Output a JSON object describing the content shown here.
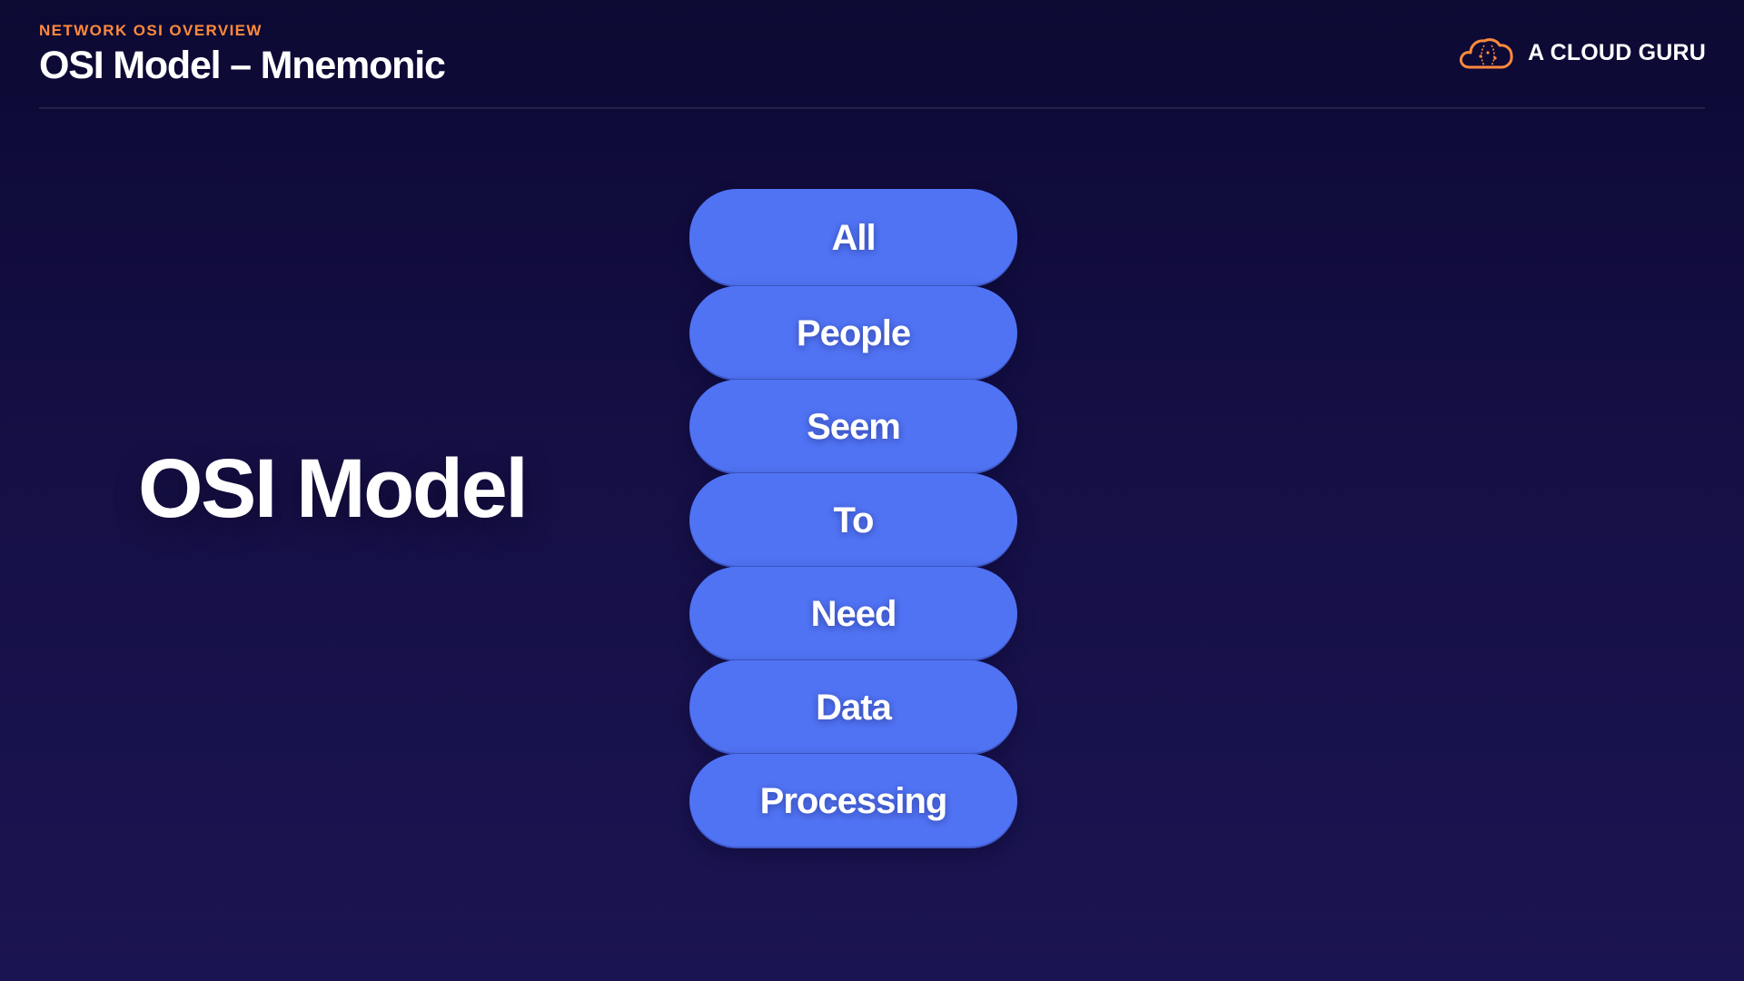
{
  "header": {
    "section_label": "NETWORK OSI OVERVIEW",
    "title": "OSI Model – Mnemonic"
  },
  "brand": {
    "name": "A CLOUD GURU",
    "icon": "cloud-icon",
    "color": "#ff8a3d"
  },
  "main": {
    "heading": "OSI Model"
  },
  "mnemonic": {
    "color": "#5073f4",
    "words": [
      "All",
      "People",
      "Seem",
      "To",
      "Need",
      "Data",
      "Processing"
    ]
  },
  "colors": {
    "accent": "#ff8a3d",
    "background": "#150f45"
  }
}
